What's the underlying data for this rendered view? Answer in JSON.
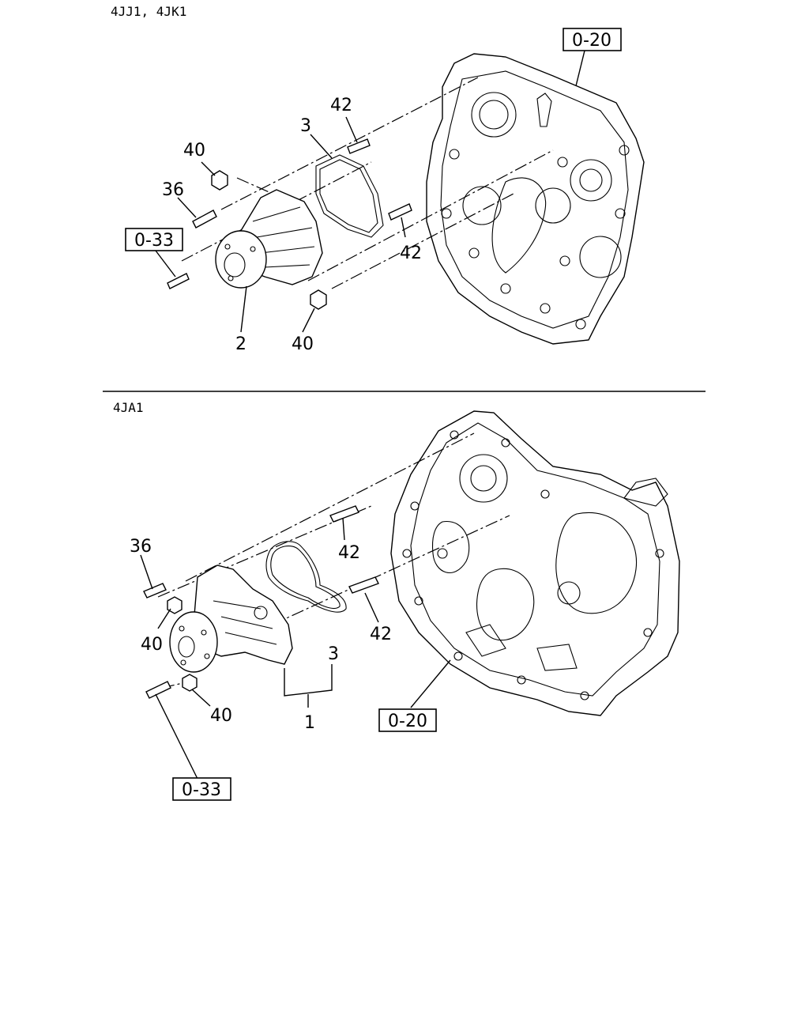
{
  "upper": {
    "title": "4JJ1, 4JK1",
    "ref_main": "0-20",
    "ref_stud": "0-33",
    "callouts": {
      "c42_top": "42",
      "c3": "3",
      "c40_top": "40",
      "c36": "36",
      "c42_bottom": "42",
      "c2": "2",
      "c40_bottom": "40"
    }
  },
  "lower": {
    "title": "4JA1",
    "ref_main": "0-20",
    "ref_stud": "0-33",
    "callouts": {
      "c36": "36",
      "c42_top": "42",
      "c40_left": "40",
      "c42_mid": "42",
      "c3": "3",
      "c40_bottom": "40",
      "c1": "1"
    }
  }
}
